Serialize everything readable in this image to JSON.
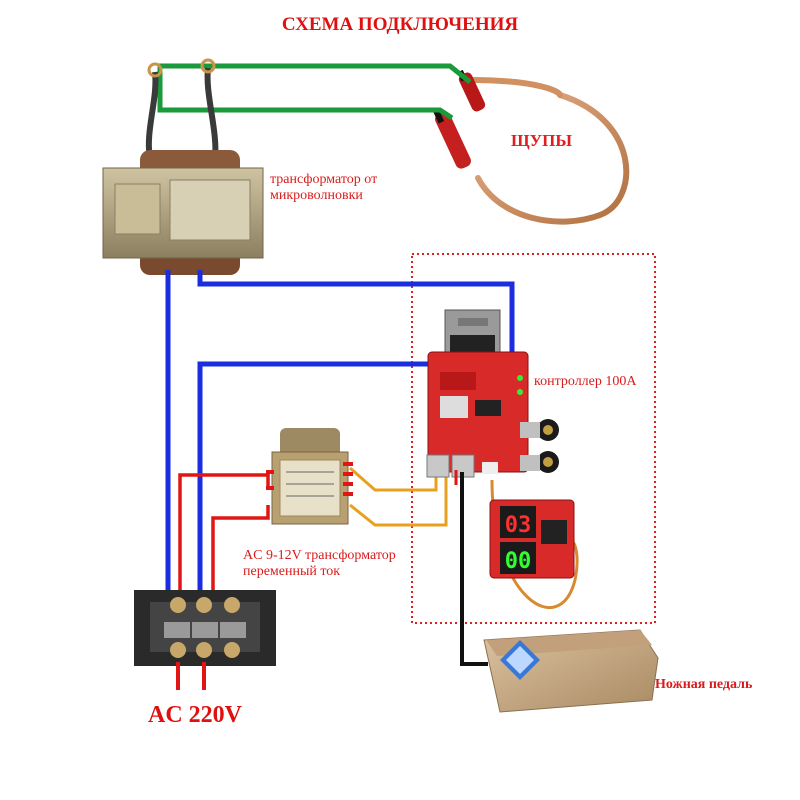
{
  "title": "СХЕМА ПОДКЛЮЧЕНИЯ",
  "labels": {
    "probes": "ЩУПЫ",
    "microwave_transformer_line1": "трансформатор от",
    "microwave_transformer_line2": "микроволновки",
    "controller": "контроллер 100А",
    "small_transformer_line1": "AC 9-12V трансформатор",
    "small_transformer_line2": "переменный ток",
    "foot_pedal": "Ножная педаль",
    "mains": "AC 220V"
  },
  "display": {
    "top_readout": "03",
    "bottom_readout": "00"
  },
  "colors": {
    "wire_green": "#1a9a3a",
    "wire_blue": "#1a2ee0",
    "wire_red": "#e01515",
    "wire_orange": "#e8a020",
    "wire_black": "#111111",
    "board_red": "#d92a2a",
    "label_red": "#d81c1c",
    "dashed_box": "#e02020",
    "pedal_beige": "#c9ab86",
    "transformer_bronze": "#b8a070"
  },
  "icons": [
    "microwave-transformer",
    "probe-handles",
    "controller-board",
    "ac-transformer",
    "terminal-block",
    "foot-pedal",
    "led-display"
  ]
}
